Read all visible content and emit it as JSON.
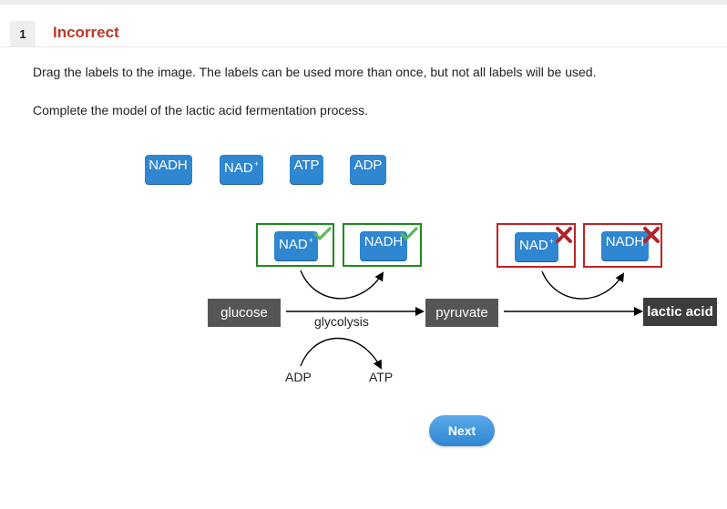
{
  "question": {
    "number": "1",
    "status": "Incorrect",
    "instruction1": "Drag the labels to the image. The labels can be used more than once, but not all labels will be used.",
    "instruction2": "Complete the model of the lactic acid fermentation process."
  },
  "label_bank": [
    {
      "base": "NADH",
      "sup": ""
    },
    {
      "base": "NAD",
      "sup": "+"
    },
    {
      "base": "ATP",
      "sup": ""
    },
    {
      "base": "ADP",
      "sup": ""
    }
  ],
  "drop_zones": [
    {
      "base": "NAD",
      "sup": "+",
      "result": "correct"
    },
    {
      "base": "NADH",
      "sup": "",
      "result": "correct"
    },
    {
      "base": "NAD",
      "sup": "+",
      "result": "incorrect"
    },
    {
      "base": "NADH",
      "sup": "",
      "result": "incorrect"
    }
  ],
  "diagram": {
    "glucose": "glucose",
    "glycolysis": "glycolysis",
    "pyruvate": "pyruvate",
    "lactic_acid": "lactic acid",
    "adp": "ADP",
    "atp": "ATP"
  },
  "buttons": {
    "next": "Next"
  },
  "colors": {
    "status": "#b93a26",
    "tile": "#2f86d1",
    "correct": "#1e8a1e",
    "incorrect": "#c02222",
    "check": "#5cb85c"
  }
}
